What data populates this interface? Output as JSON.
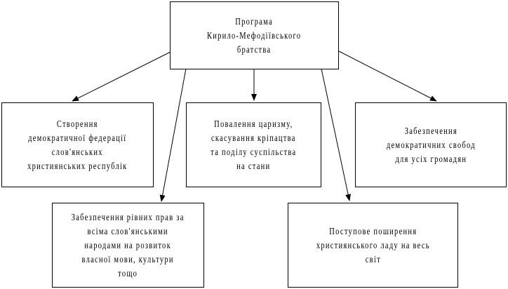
{
  "diagram": {
    "root": "Програма\nКирило-Мефодіївського\nбратства",
    "children": [
      "Створення\nдемократичної федерації\nслов'янських\nхристиянських республік",
      "Повалення царизму,\nскасування кріпацтва\nта поділу суспільства\nна стани",
      "Забезпечення\nдемократичних свобод\nдля усіх громадян",
      "Забезпечення рівних прав за\nвсіма слов'янськими\nнародами на розвиток\nвласної мови, культури\nтощо",
      "Поступове поширення\nхристиянського ладу на весь\nсвіт"
    ],
    "colors": {
      "line": "#000000",
      "background": "#ffffff"
    }
  }
}
